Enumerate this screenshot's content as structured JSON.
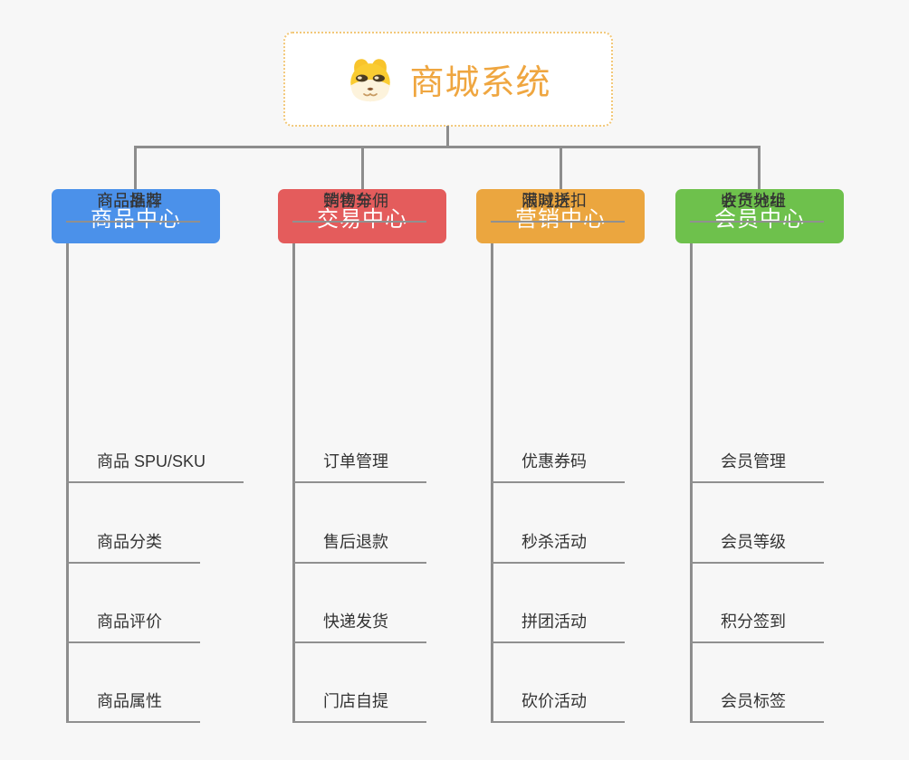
{
  "root": {
    "title": "商城系统",
    "icon": "shiba-dog-icon"
  },
  "branches": [
    {
      "id": "product-center",
      "label": "商品中心",
      "color": "#4b91ea",
      "items": [
        "商品 SPU/SKU",
        "商品分类",
        "商品评价",
        "商品属性",
        "商品推荐",
        "商品品牌"
      ]
    },
    {
      "id": "trade-center",
      "label": "交易中心",
      "color": "#e45c5c",
      "items": [
        "订单管理",
        "售后退款",
        "快递发货",
        "门店自提",
        "购物车",
        "销售分佣"
      ]
    },
    {
      "id": "marketing-center",
      "label": "营销中心",
      "color": "#eba63f",
      "items": [
        "优惠券码",
        "秒杀活动",
        "拼团活动",
        "砍价活动",
        "限时折扣",
        "满减送"
      ]
    },
    {
      "id": "member-center",
      "label": "会员中心",
      "color": "#6ec14c",
      "items": [
        "会员管理",
        "会员等级",
        "积分签到",
        "会员标签",
        "会员分组",
        "收货地址"
      ]
    }
  ],
  "colors": {
    "background": "#f7f7f7",
    "connector": "#8d8d8d",
    "underline": "#909090",
    "item_text": "#333333",
    "root_text": "#efa640",
    "root_border": "#f2c879",
    "root_background": "#ffffff"
  }
}
